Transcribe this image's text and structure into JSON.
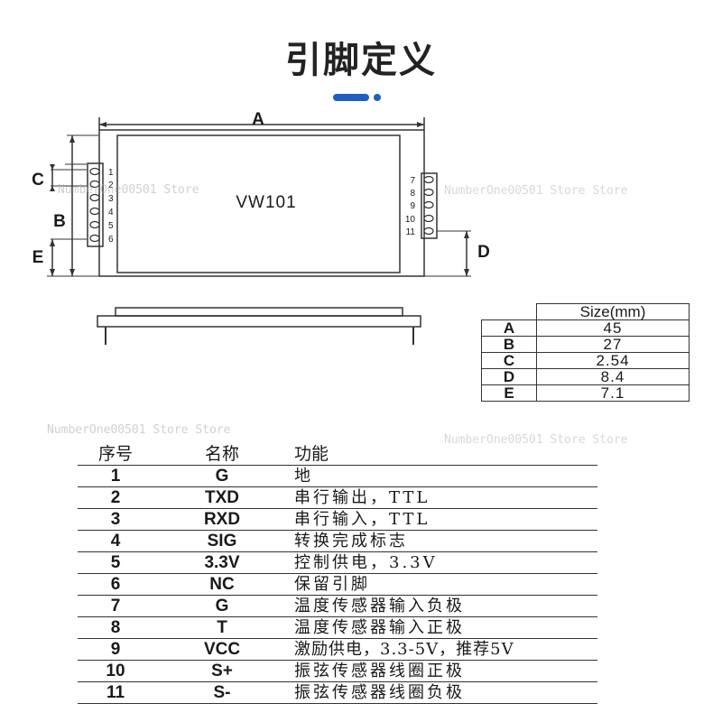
{
  "title": "引脚定义",
  "colors": {
    "accent": "#1f5fbf",
    "line": "#333333",
    "module_fill": "#ffffff"
  },
  "diagram": {
    "module_label": "VW101",
    "dim_labels": {
      "a": "A",
      "b": "B",
      "c": "C",
      "d": "D",
      "e": "E"
    },
    "left_pins": [
      "1",
      "2",
      "3",
      "4",
      "5",
      "6"
    ],
    "right_pins": [
      "7",
      "8",
      "9",
      "10",
      "11"
    ]
  },
  "size_table": {
    "header": "Size(mm)",
    "rows": [
      {
        "key": "A",
        "value": "45"
      },
      {
        "key": "B",
        "value": "27"
      },
      {
        "key": "C",
        "value": "2.54"
      },
      {
        "key": "D",
        "value": "8.4"
      },
      {
        "key": "E",
        "value": "7.1"
      }
    ]
  },
  "pin_table": {
    "headers": {
      "no": "序号",
      "name": "名称",
      "func": "功能"
    },
    "rows": [
      {
        "no": "1",
        "name": "G",
        "func": "地"
      },
      {
        "no": "2",
        "name": "TXD",
        "func": "串行输出，TTL"
      },
      {
        "no": "3",
        "name": "RXD",
        "func": "串行输入，TTL"
      },
      {
        "no": "4",
        "name": "SIG",
        "func": "转换完成标志"
      },
      {
        "no": "5",
        "name": "3.3V",
        "func": "控制供电，3.3V"
      },
      {
        "no": "6",
        "name": "NC",
        "func": "保留引脚"
      },
      {
        "no": "7",
        "name": "G",
        "func": "温度传感器输入负极"
      },
      {
        "no": "8",
        "name": "T",
        "func": "温度传感器输入正极"
      },
      {
        "no": "9",
        "name": "VCC",
        "func": "激励供电，3.3-5V，推荐5V"
      },
      {
        "no": "10",
        "name": "S+",
        "func": "振弦传感器线圈正极"
      },
      {
        "no": "11",
        "name": "S-",
        "func": "振弦传感器线圈负极"
      }
    ]
  },
  "watermarks": {
    "w1": "NumberOne00501 Store",
    "w2": "NumberOne00501 Store Store",
    "w3": "NumberOne00501 Store Store",
    "w4": "NumberOne00501 Store Store"
  }
}
